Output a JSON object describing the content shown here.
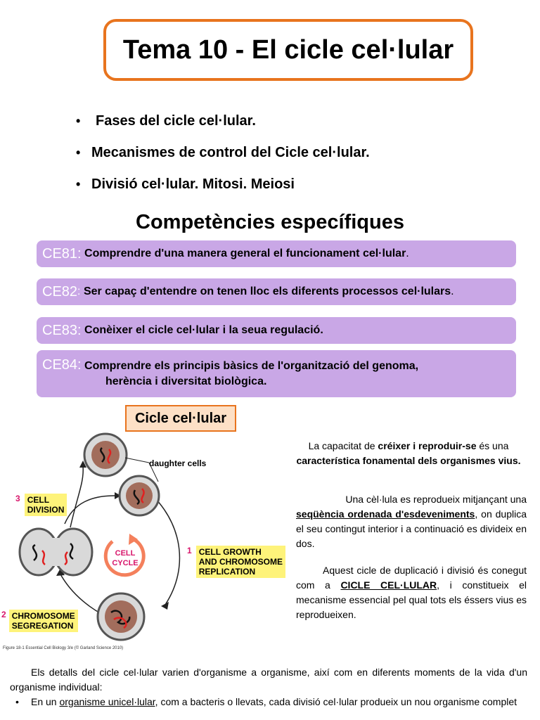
{
  "title": "Tema 10 - El cicle cel·lular",
  "topics": [
    "Fases del cicle cel·lular.",
    "Mecanismes de control del Cicle cel·lular.",
    "Divisió cel·lular. Mitosi. Meiosi"
  ],
  "bullet": "•",
  "competencies_heading": "Competències específiques",
  "competencies": [
    {
      "code": "CE81:",
      "text": "Comprendre d'una manera general el funcionament cel·lular",
      "end": "."
    },
    {
      "code": "CE82",
      "sep": ":",
      "text": "Ser capaç d'entendre on tenen lloc els diferents processos cel·lulars",
      "end": "."
    },
    {
      "code": "CE83:",
      "text": "Conèixer el cicle cel·lular i la seua regulació."
    },
    {
      "code": "CE84:",
      "text": "Comprendre els principis bàsics de l'organització del genoma,",
      "text2": "herència i diversitat biològica."
    }
  ],
  "section_label": "Cicle cel·lular",
  "figure": {
    "daughter_cells": "daughter cells",
    "cycle_center_line1": "CELL",
    "cycle_center_line2": "CYCLE",
    "steps": [
      {
        "num": "1",
        "line1": "CELL GROWTH",
        "line2": "AND CHROMOSOME",
        "line3": "REPLICATION"
      },
      {
        "num": "2",
        "line1": "CHROMOSOME",
        "line2": "SEGREGATION"
      },
      {
        "num": "3",
        "line1": "CELL",
        "line2": "DIVISION"
      }
    ],
    "caption": "Figure 18-1  Essential Cell Biology 3/e (© Garland Science 2010)"
  },
  "right_text": {
    "p1_a": "La capacitat de ",
    "p1_b": "créixer i reproduir-se",
    "p1_c": " és una",
    "p1_d": "característica fonamental dels organismes vius.",
    "p2_a": "Una cèl·lula es reprodueix mitjançant una",
    "p2_b": "seqüència ordenada d'esdeveniments",
    "p2_c": ", on duplica el seu contingut interior i a continuació es divideix en dos.",
    "p3_a": "Aquest cicle de duplicació i divisió és conegut com a ",
    "p3_b": "CICLE CEL·LULAR",
    "p3_c": ", i constitueix el mecanisme essencial pel qual tots els éssers vius es reprodueixen."
  },
  "bottom_text": {
    "intro": "Els detalls del cicle cel·lular varien d'organisme a organisme, així com en diferents moments de la vida d'un organisme individual:",
    "item1_a": "En un ",
    "item1_b": "organisme unicel·lular,",
    "item1_c": " com a bacteris o llevats, cada divisió cel·lular produeix un nou organisme complet"
  },
  "colors": {
    "title_border": "#e8741e",
    "competency_bg": "#c9a7e6",
    "label_bg": "#fef37a",
    "step_number": "#d8166b",
    "cycle_arrow": "#f4805c"
  }
}
